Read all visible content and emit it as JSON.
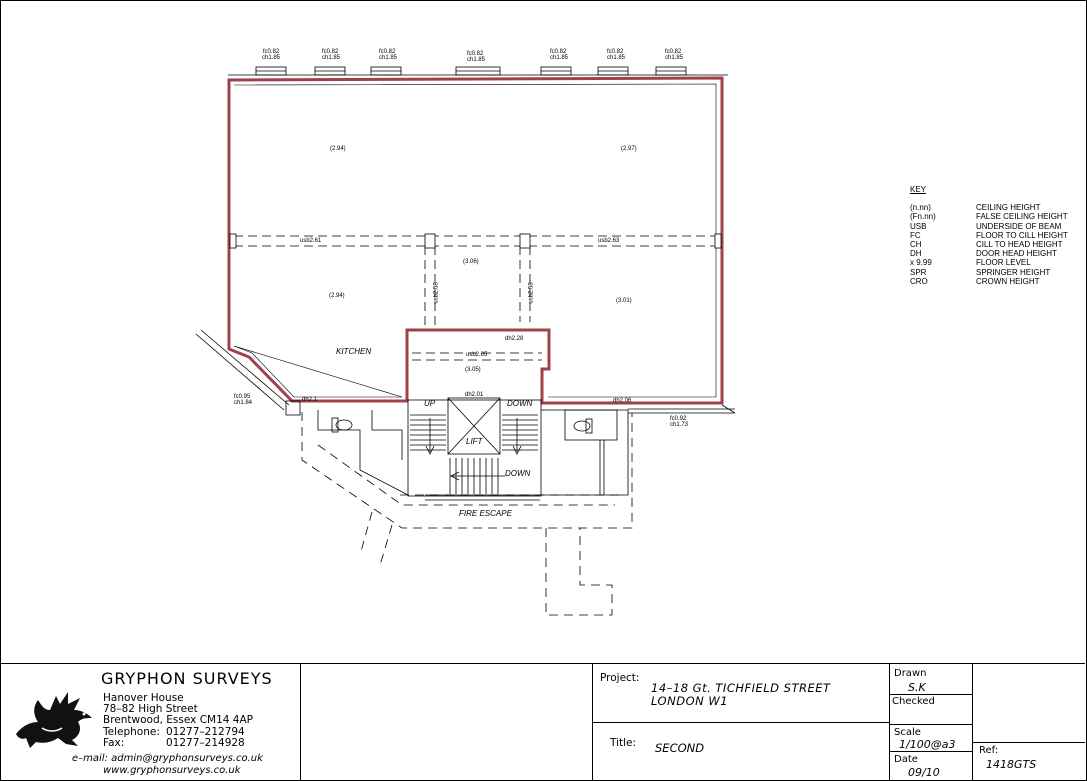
{
  "drawing": {
    "window_labels": [
      {
        "fc": "fc0.82",
        "ch": "ch1.85"
      },
      {
        "fc": "fc0.82",
        "ch": "ch1.85"
      },
      {
        "fc": "fc0.82",
        "ch": "ch1.85"
      },
      {
        "fc": "fc0.82",
        "ch": "ch1.85"
      },
      {
        "fc": "fc0.82",
        "ch": "ch1.85"
      },
      {
        "fc": "fc0.82",
        "ch": "ch1.85"
      },
      {
        "fc": "fc0.82",
        "ch": "ch1.85"
      }
    ],
    "ceiling_heights": [
      "(2.94)",
      "(2.97)",
      "(3.06)",
      "(2.94)",
      "(3.01)",
      "(3.05)"
    ],
    "beams": [
      "usb2.61",
      "usb2.63",
      "usb2.65",
      "usb2.58",
      "usb2.58"
    ],
    "door_heads": [
      "dh2.28",
      "dh2.01",
      "dh2.06",
      "dh2.1"
    ],
    "side_windows": [
      {
        "fc": "fc0.95",
        "ch": "ch1.84"
      },
      {
        "fc": "fc0.92",
        "ch": "ch1.73"
      }
    ],
    "room_labels": {
      "kitchen": "KITCHEN",
      "up": "UP",
      "down1": "DOWN",
      "lift": "LIFT",
      "down2": "DOWN",
      "fire_escape": "FIRE ESCAPE"
    }
  },
  "key": {
    "title": "KEY",
    "items": [
      {
        "abbr": "(n.nn)",
        "desc": "CEILING HEIGHT"
      },
      {
        "abbr": "(Fn.nn)",
        "desc": "FALSE CEILING HEIGHT"
      },
      {
        "abbr": "USB",
        "desc": "UNDERSIDE OF BEAM"
      },
      {
        "abbr": "FC",
        "desc": "FLOOR TO CILL HEIGHT"
      },
      {
        "abbr": "CH",
        "desc": "CILL TO HEAD HEIGHT"
      },
      {
        "abbr": "DH",
        "desc": "DOOR HEAD HEIGHT"
      },
      {
        "abbr": "x 9.99",
        "desc": "FLOOR LEVEL"
      },
      {
        "abbr": "SPR",
        "desc": "SPRINGER HEIGHT"
      },
      {
        "abbr": "CRO",
        "desc": "CROWN HEIGHT"
      }
    ]
  },
  "titleblock": {
    "company": "GRYPHON SURVEYS",
    "address": [
      "Hanover House",
      "78–82 High Street",
      "Brentwood, Essex CM14 4AP"
    ],
    "telephone_label": "Telephone:",
    "telephone": "01277–212794",
    "fax_label": "Fax:",
    "fax": "01277–214928",
    "email": "e–mail: admin@gryphonsurveys.co.uk",
    "web": "www.gryphonsurveys.co.uk",
    "project_label": "Project:",
    "project_line1": "14–18 Gt. TICHFIELD STREET",
    "project_line2": "LONDON W1",
    "title_label": "Title:",
    "title": "SECOND",
    "drawn_label": "Drawn",
    "drawn": "S.K",
    "checked_label": "Checked",
    "scale_label": "Scale",
    "scale": "1/100@a3",
    "date_label": "Date",
    "date": "09/10",
    "ref_label": "Ref:",
    "ref": "1418GTS"
  }
}
